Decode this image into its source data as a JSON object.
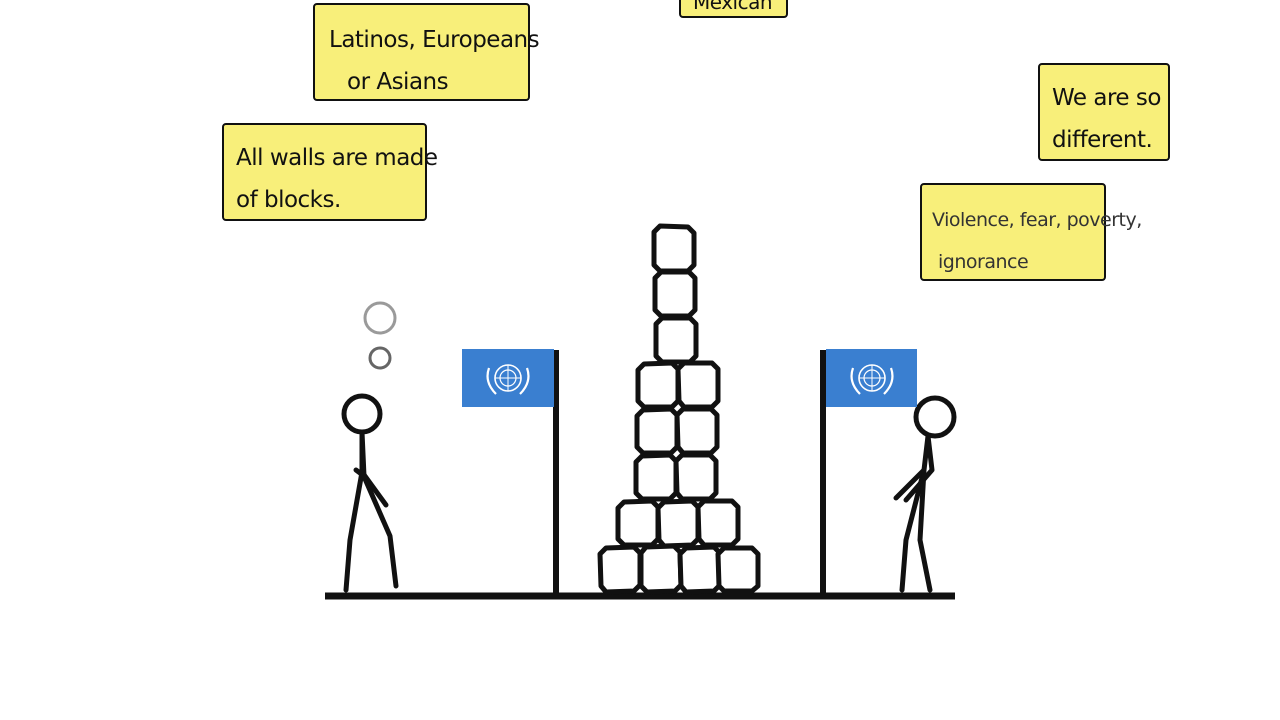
{
  "notes": {
    "top_cut": "Mexican",
    "latinos": {
      "line1": "Latinos, Europeans",
      "line2": "or Asians"
    },
    "walls": {
      "line1": "All walls are made",
      "line2": "of blocks."
    },
    "different": {
      "line1": "We are so",
      "line2": "different."
    },
    "violence": {
      "line1": "Violence, fear, poverty,",
      "line2": "ignorance"
    }
  },
  "colors": {
    "note_fill": "#f8ef7a",
    "flag_blue": "#3a7fd0",
    "ink": "#111111"
  },
  "icons": {
    "flag_emblem": "un-emblem-icon"
  }
}
